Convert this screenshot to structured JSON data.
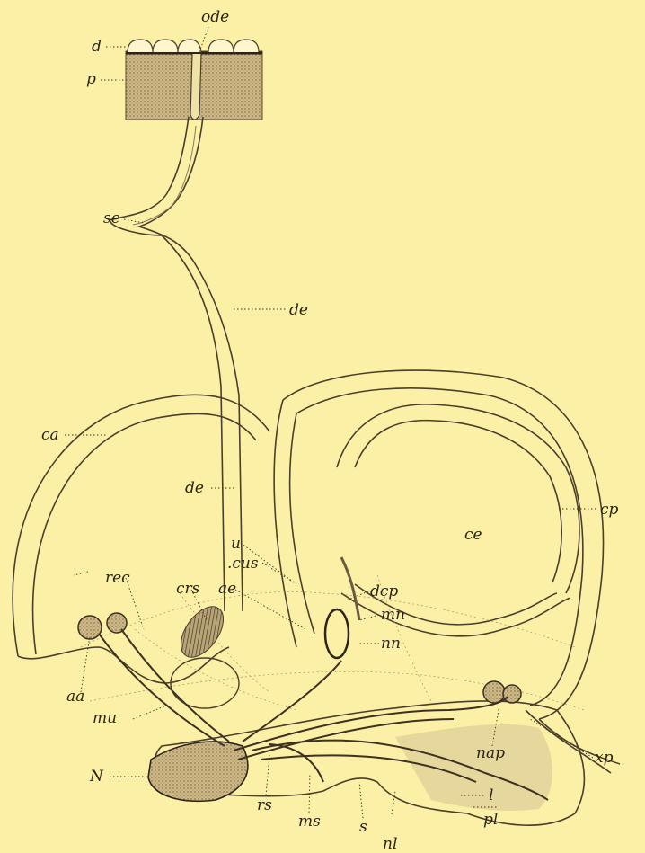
{
  "labels": {
    "ode": "ode",
    "d": "d",
    "p": "p",
    "se": "se",
    "de": "de",
    "de2": "de",
    "ca": "ca",
    "cp": "cp",
    "ce": "ce",
    "u": "u",
    "cus": ".cus",
    "ae": "ae",
    "crs": "crs",
    "rec": "rec",
    "dcp": "dcp",
    "mn": "mn",
    "nn": "nn",
    "aa": "aa",
    "mu": "mu",
    "N": "N",
    "nap": "nap",
    "xp": "xp",
    "rs": "rs",
    "ms": "ms",
    "s": "s",
    "nl": "nl",
    "l": "l",
    "pl": "pl"
  },
  "colors": {
    "paper": "#fbf0a5",
    "ink": "#4a3f2b",
    "tissue": "#c9b88a"
  }
}
